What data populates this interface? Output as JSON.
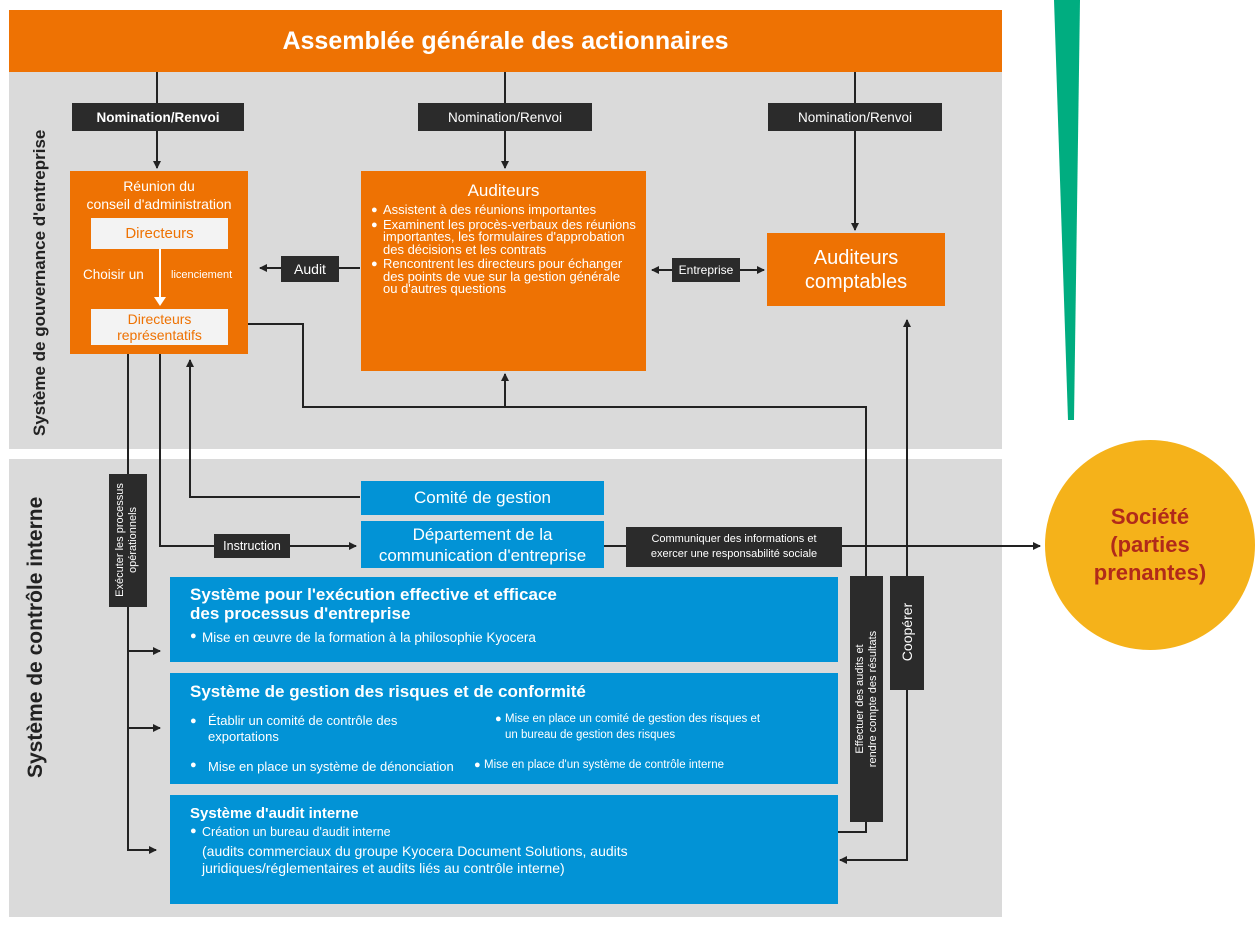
{
  "header": {
    "title": "Assemblée générale des actionnaires"
  },
  "sections": {
    "governance": "Système de gouvernance d'entreprise",
    "internal_control": "Système de contrôle interne"
  },
  "nomination_labels": [
    "Nomination/Renvoi",
    "Nomination/Renvoi",
    "Nomination/Renvoi"
  ],
  "board": {
    "title_line1": "Réunion du",
    "title_line2": "conseil d'administration",
    "directors": "Directeurs",
    "choose": "Choisir un",
    "dismissal": "licenciement",
    "rep_line1": "Directeurs",
    "rep_line2": "représentatifs"
  },
  "auditors": {
    "title": "Auditeurs",
    "bullets": [
      "Assistent à des réunions importantes",
      "Examinent les procès-verbaux des réunions importantes, les formulaires d'approbation des décisions et les contrats",
      "Rencontrent les directeurs pour échanger des points de vue sur la gestion générale ou d'autres questions"
    ]
  },
  "accounting_auditors": {
    "line1": "Auditeurs",
    "line2": "comptables"
  },
  "links": {
    "audit": "Audit",
    "entreprise": "Entreprise",
    "instruction": "Instruction",
    "execute_line1": "Exécuter les processus",
    "execute_line2": "opérationnels",
    "communicate_line1": "Communiquer des informations et",
    "communicate_line2": "exercer une responsabilité sociale",
    "effectuer_line1": "Effectuer des audits et",
    "effectuer_line2": "rendre compte des résultats",
    "cooperer": "Coopérer"
  },
  "management_committee": "Comité de gestion",
  "communication_dept": {
    "line1": "Département de la",
    "line2": "communication d'entreprise"
  },
  "system_exec": {
    "title_line1": "Système pour l'exécution effective et efficace",
    "title_line2": "des processus d'entreprise",
    "bullet": "Mise en œuvre de la formation à la philosophie Kyocera"
  },
  "system_risk": {
    "title": "Système de gestion des risques et de conformité",
    "bullet1_line1": "Établir un comité de contrôle des",
    "bullet1_line2": "exportations",
    "bullet2": "Mise en place un système de dénonciation",
    "bullet3_line1": "Mise en place un comité de gestion des risques et",
    "bullet3_line2": "un bureau de gestion des risques",
    "bullet4": "Mise en place d'un système de contrôle interne"
  },
  "system_audit": {
    "title": "Système d'audit interne",
    "bullet": "Création un bureau d'audit interne",
    "note_line1": "(audits commerciaux du groupe Kyocera Document Solutions, audits",
    "note_line2": "juridiques/réglementaires et audits liés au contrôle interne)"
  },
  "society": {
    "line1": "Société",
    "line2": "(parties",
    "line3": "prenantes)"
  },
  "colors": {
    "orange": "#ee7203",
    "blue": "#0293d6",
    "dark": "#2b2b2b",
    "panel": "#dadada",
    "green": "#00ad80",
    "yellow": "#f5b21a"
  }
}
